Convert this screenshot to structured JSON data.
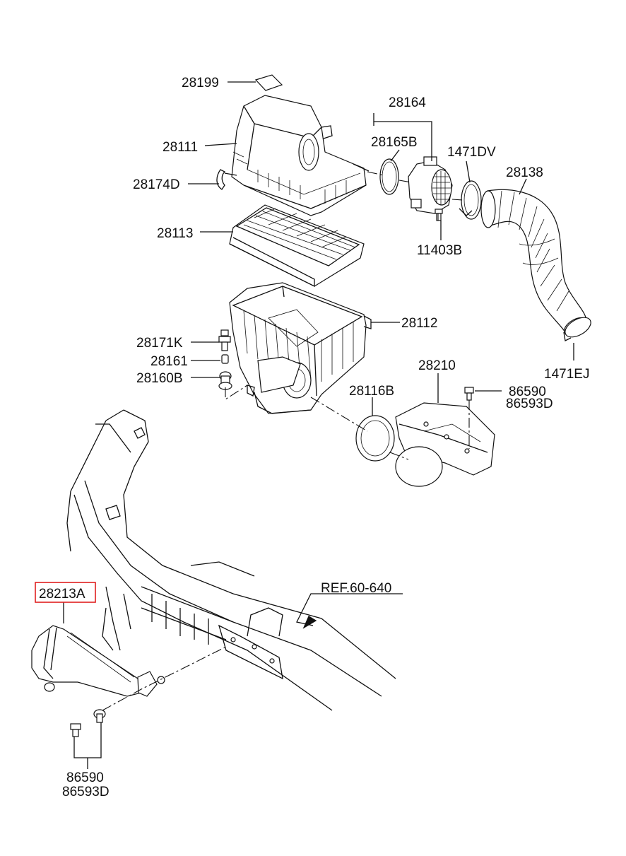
{
  "labels": {
    "p28199": "28199",
    "p28164": "28164",
    "p28111": "28111",
    "p28165B": "28165B",
    "p1471DV": "1471DV",
    "p28174D": "28174D",
    "p28138": "28138",
    "p28113": "28113",
    "p11403B": "11403B",
    "p28112": "28112",
    "p28171K": "28171K",
    "p28161": "28161",
    "p28160B": "28160B",
    "p28210": "28210",
    "p1471EJ": "1471EJ",
    "p28116B": "28116B",
    "p86590_top": "86590",
    "p86593D_top": "86593D",
    "p28213A": "28213A",
    "ref": "REF.60-640",
    "p86590_bottom": "86590",
    "p86593D_bottom": "86593D"
  },
  "highlight_color": "#e02020"
}
